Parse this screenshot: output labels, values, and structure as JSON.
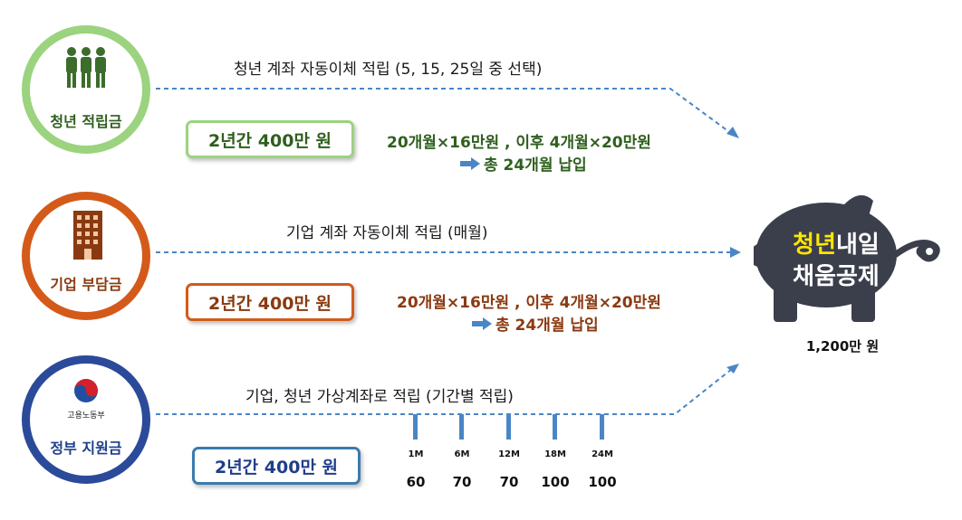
{
  "rows": [
    {
      "circle_label": "청년 적립금",
      "color": "#9bd37f",
      "text_color": "#2f5f1e",
      "description": "청년 계좌 자동이체 적립 (5, 15, 25일 중 선택)",
      "box_label": "2년간 400만 원",
      "calc_line1": "20개월×16만원 , 이후 4개월×20만원",
      "calc_line2": "총 24개월 납입"
    },
    {
      "circle_label": "기업 부담금",
      "color": "#d45a1a",
      "text_color": "#8a3a10",
      "description": "기업 계좌 자동이체 적립 (매월)",
      "box_label": "2년간 400만 원",
      "calc_line1": "20개월×16만원 , 이후 4개월×20만원",
      "calc_line2": "총 24개월 납입"
    },
    {
      "circle_label": "정부 지원금",
      "color": "#2c4a9a",
      "text_color": "#1f3e8a",
      "logo_text": "고용노동부",
      "description": "기업, 청년 가상계좌로 적립 (기간별 적립)",
      "box_label": "2년간 400만 원",
      "box_color": "#3a7bb0"
    }
  ],
  "schedule": [
    {
      "month": "1M",
      "amount": "60"
    },
    {
      "month": "6M",
      "amount": "70"
    },
    {
      "month": "12M",
      "amount": "70"
    },
    {
      "month": "18M",
      "amount": "100"
    },
    {
      "month": "24M",
      "amount": "100"
    }
  ],
  "piggy": {
    "title_highlight": "청년",
    "title_rest": "내일",
    "title_line2": "채움공제",
    "total": "1,200만 원",
    "body_color": "#3a3f4b",
    "highlight_color": "#ffe600"
  },
  "arrow_color": "#4a86c5"
}
